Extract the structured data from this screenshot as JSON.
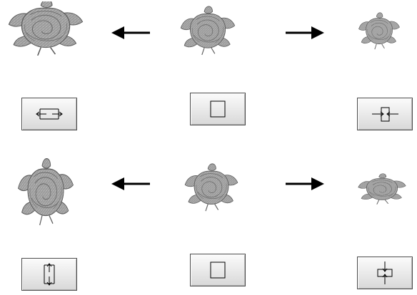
{
  "rows": [
    {
      "id": "horizontal",
      "images": [
        {
          "name": "rose-narrowed-horizontal",
          "state": "narrower"
        },
        {
          "name": "rose-original",
          "state": "original"
        },
        {
          "name": "rose-widened-horizontal",
          "state": "wider"
        }
      ],
      "arrows": [
        "left-arrow-icon",
        "right-arrow-icon"
      ],
      "buttons": [
        {
          "name": "stretch-horizontal-button",
          "icon": "stretch-horizontal-icon"
        },
        {
          "name": "original-size-button",
          "icon": "square-icon"
        },
        {
          "name": "shrink-horizontal-button",
          "icon": "shrink-horizontal-icon"
        }
      ]
    },
    {
      "id": "vertical",
      "images": [
        {
          "name": "rose-stretched-vertical",
          "state": "taller"
        },
        {
          "name": "rose-original",
          "state": "original"
        },
        {
          "name": "rose-shrunk-vertical",
          "state": "shorter"
        }
      ],
      "arrows": [
        "left-arrow-icon",
        "right-arrow-icon"
      ],
      "buttons": [
        {
          "name": "stretch-vertical-button",
          "icon": "stretch-vertical-icon"
        },
        {
          "name": "original-size-button",
          "icon": "square-icon"
        },
        {
          "name": "shrink-vertical-button",
          "icon": "shrink-vertical-icon"
        }
      ]
    }
  ],
  "colors": {
    "rose_fill": "#a7a7a7",
    "rose_stroke": "#5c5c5c",
    "arrow": "#000000",
    "button_border": "#4a4a4a"
  }
}
